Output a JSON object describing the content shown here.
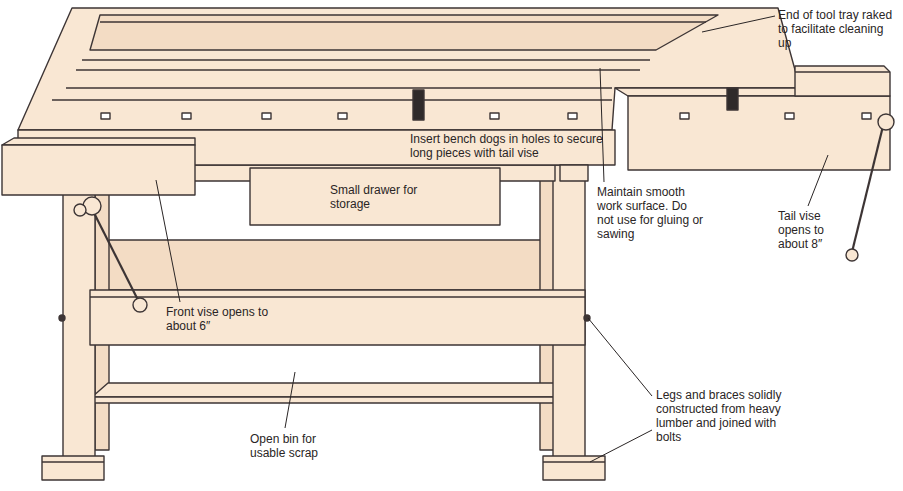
{
  "diagram": {
    "nodes": [
      {
        "text": [
          "Small drawer for storage"
        ]
      }
    ],
    "labels": [
      "End of tool tray raked to facilitate cleaning up",
      "Insert bench dogs in holes to secure long pieces with tail vise",
      "Maintain smooth work surface. Do not use for gluing or sawing",
      "Tail vise opens to about 8″",
      "Front vise opens to about 6″",
      "Legs and braces solidly constructed from heavy lumber and joined with bolts",
      "Open bin for usable scrap"
    ]
  }
}
